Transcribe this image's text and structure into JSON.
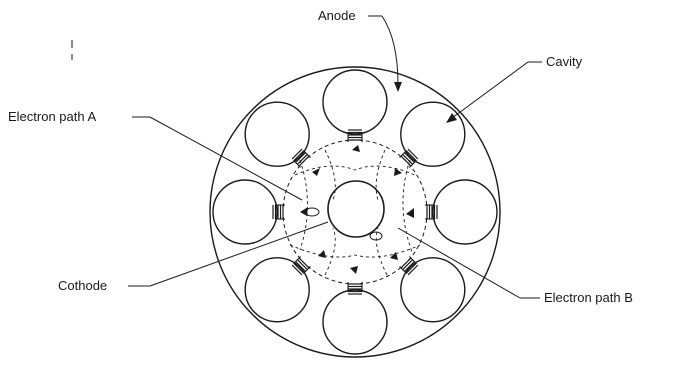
{
  "labels": {
    "anode": "Anode",
    "cavity": "Cavity",
    "electron_path_a": "Electron path A",
    "cathode": "Cothode",
    "electron_path_b": "Electron path B"
  },
  "structure": {
    "cavity_count": 8,
    "colors": {
      "ink": "#1a1a1a",
      "background": "#ffffff"
    }
  }
}
